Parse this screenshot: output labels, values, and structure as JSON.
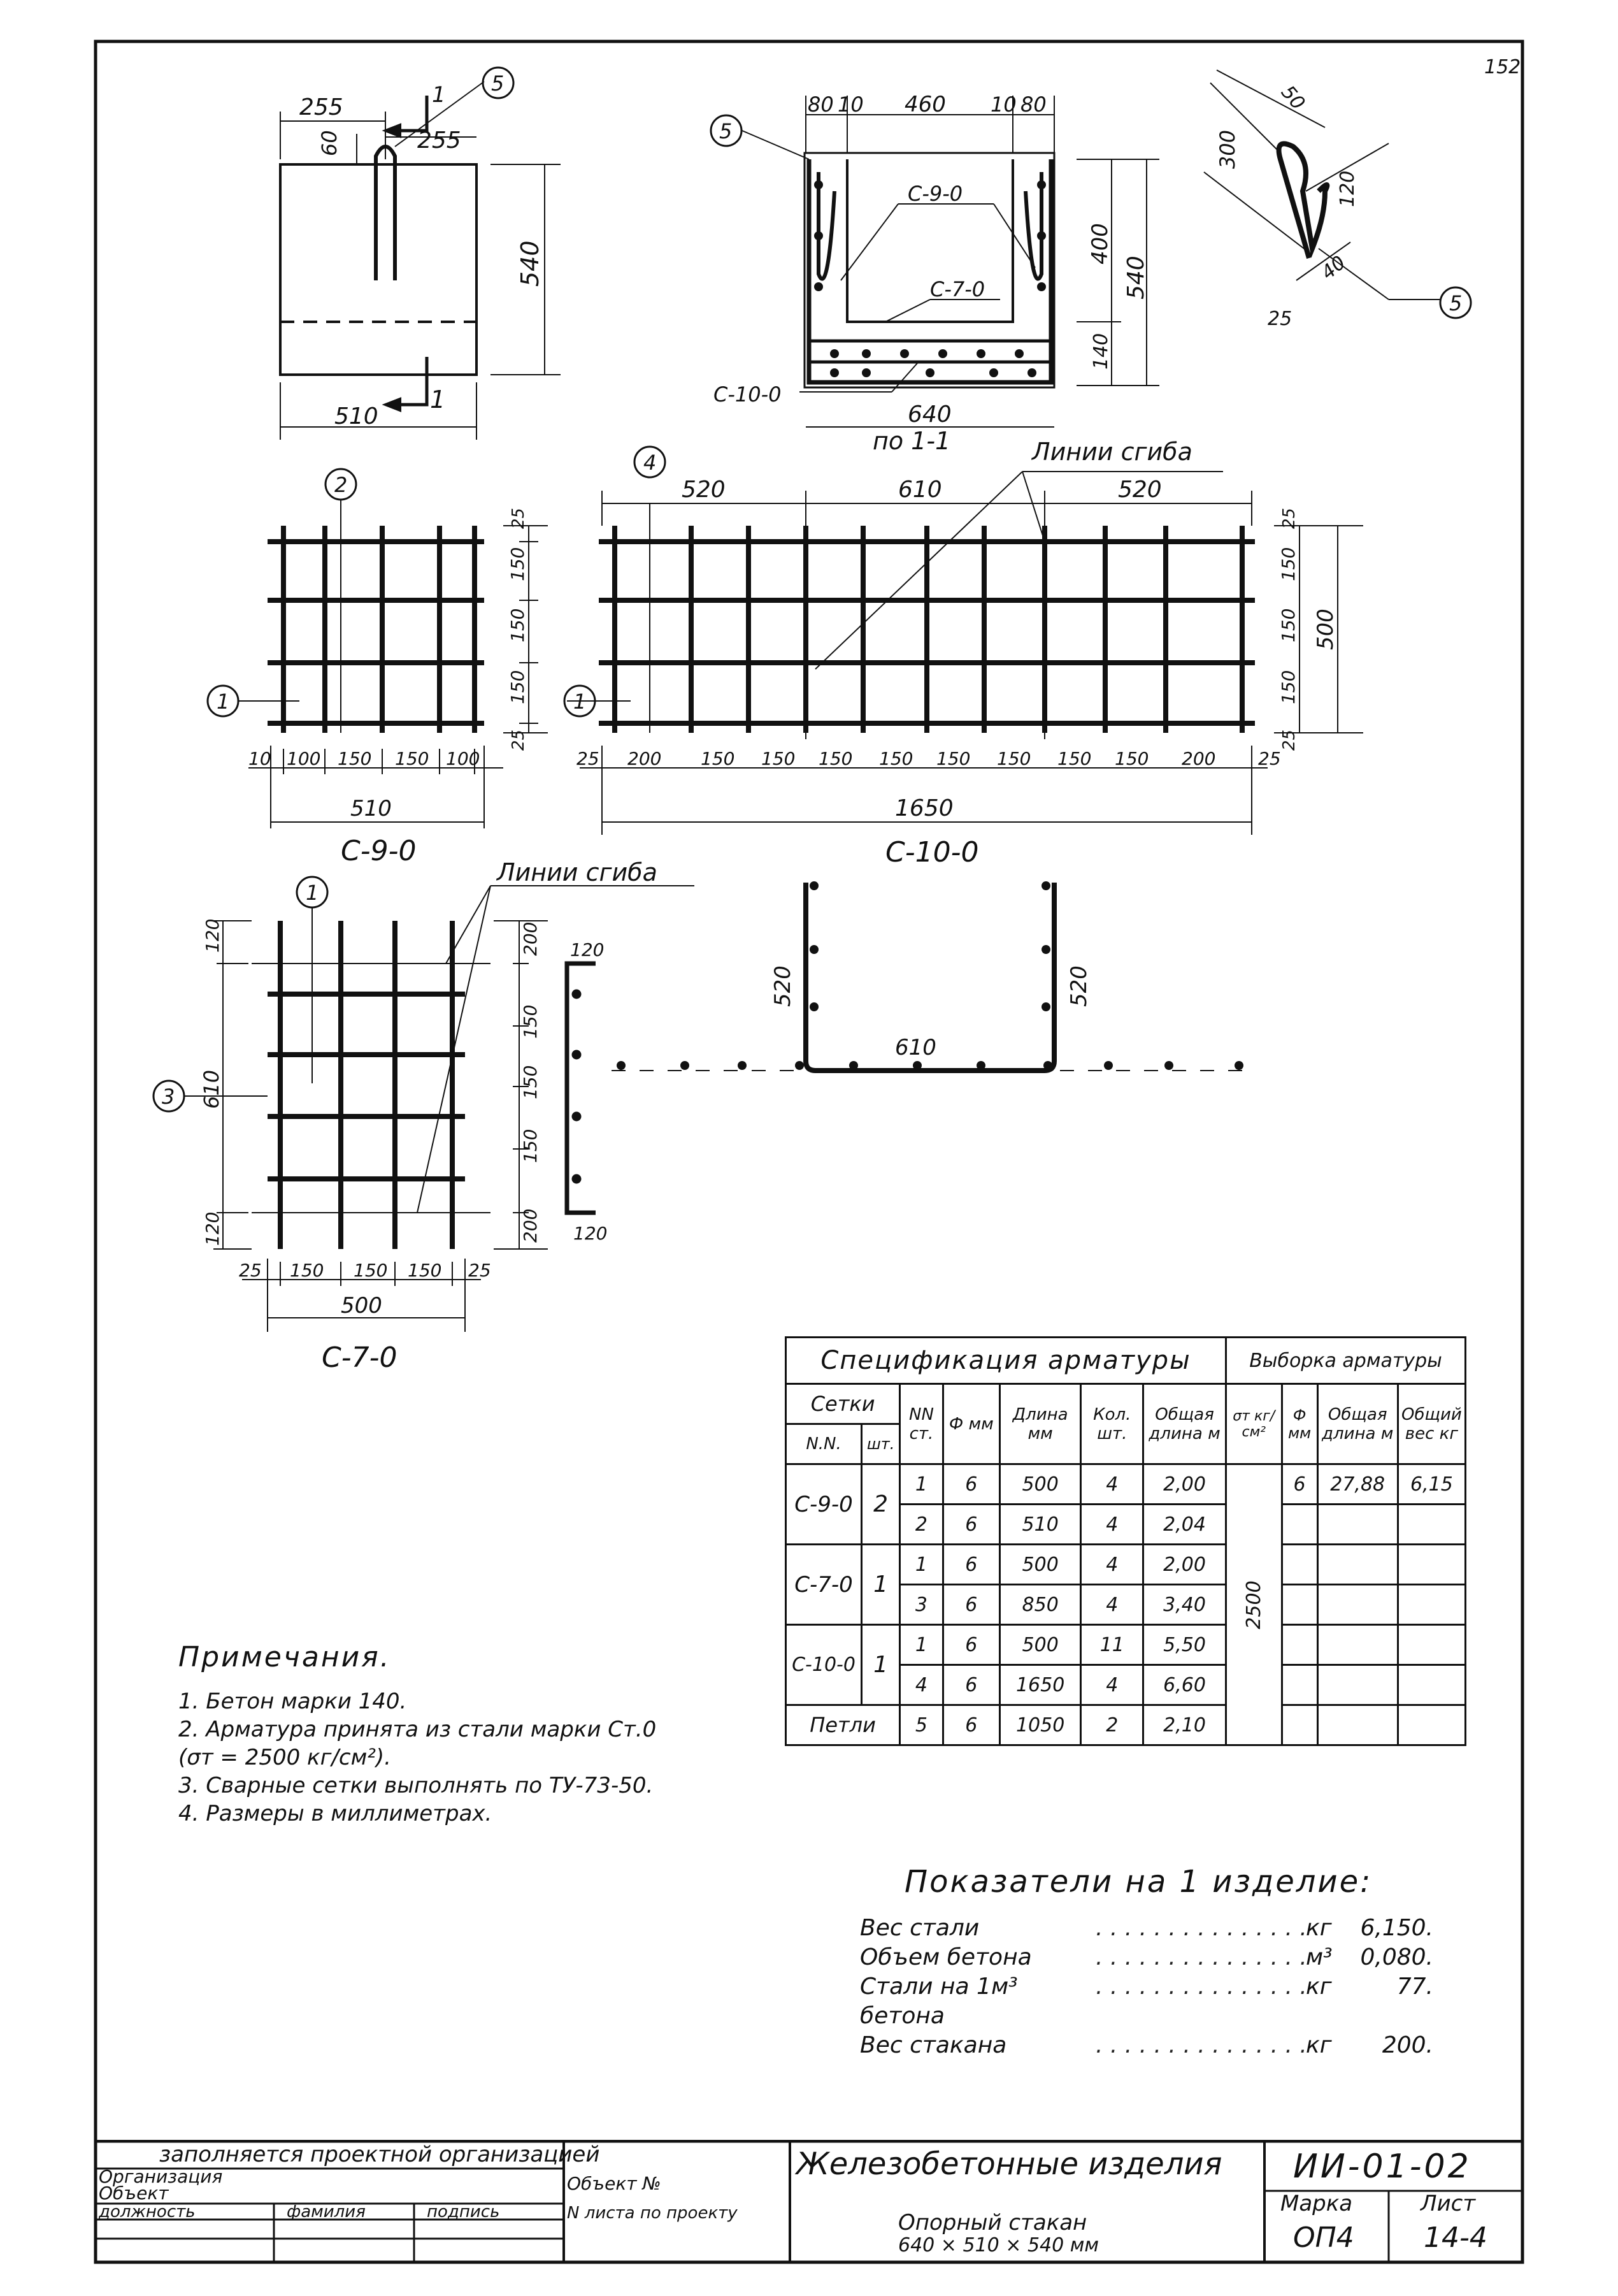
{
  "page_number": "152",
  "views": {
    "plan": {
      "d1": "255",
      "d2": "255",
      "d3": "60",
      "d4": "540",
      "d5": "510",
      "cut_top": "1",
      "cut_bottom": "1",
      "callout": "5"
    },
    "section": {
      "top_dims": [
        "80",
        "10",
        "460",
        "10",
        "80"
      ],
      "d400": "400",
      "d140": "140",
      "d540": "540",
      "d640": "640",
      "lbl_c9": "С-9-0",
      "lbl_c7": "С-7-0",
      "lbl_c10": "С-10-0",
      "caption": "по 1-1",
      "callout": "5"
    },
    "loop": {
      "d50": "50",
      "d300": "300",
      "d120": "120",
      "d25": "25",
      "d40": "40",
      "callout": "5"
    },
    "c9": {
      "name": "С-9-0",
      "callout_top": "2",
      "callout_left": "1",
      "bottom_dims": [
        "10",
        "100",
        "150",
        "150",
        "100"
      ],
      "total": "510",
      "side_dims": [
        "25",
        "150",
        "150",
        "150",
        "25"
      ]
    },
    "c10": {
      "name": "С-10-0",
      "callout_top": "4",
      "callout_left": "1",
      "fold_label": "Линии сгиба",
      "top_dims": [
        "520",
        "610",
        "520"
      ],
      "bottom_dims": [
        "25",
        "200",
        "150",
        "150",
        "150",
        "150",
        "150",
        "150",
        "150",
        "150",
        "200",
        "25"
      ],
      "total": "1650",
      "side_dims": [
        "25",
        "150",
        "150",
        "150",
        "25"
      ],
      "height": "500"
    },
    "c7": {
      "name": "С-7-0",
      "callout_top": "1",
      "callout_left": "3",
      "fold_label": "Линии сгиба",
      "left_dims": [
        "120",
        "610",
        "120"
      ],
      "right_dims": [
        "200",
        "150",
        "150",
        "150",
        "200"
      ],
      "bottom_dims": [
        "25",
        "150",
        "150",
        "150",
        "25"
      ],
      "total": "500",
      "side_ends": [
        "120",
        "120"
      ]
    },
    "bent": {
      "left": "520",
      "right": "520",
      "bottom": "610"
    }
  },
  "notes": {
    "title": "Примечания.",
    "items": [
      "1. Бетон марки 140.",
      "2. Арматура принята из стали марки Ст.0",
      "(σт = 2500 кг/см²).",
      "3. Сварные сетки выполнять по ТУ-73-50.",
      "4. Размеры в миллиметрах."
    ]
  },
  "spec": {
    "title": "Спецификация арматуры",
    "title2": "Выборка арматуры",
    "h_nets": "Сетки",
    "h_mark": "N.N.",
    "h_qty": "шт.",
    "h_nn": "NN ст.",
    "h_phi": "Ф мм",
    "h_len": "Длина мм",
    "h_cnt": "Кол. шт.",
    "h_total": "Общая длина м",
    "h_sigma": "σт кг/см²",
    "h_phi2": "Ф мм",
    "h_total2": "Общая длина м",
    "h_weight": "Общий вес кг",
    "sigma_val": "2500",
    "sel_phi": "6",
    "sel_len": "27,88",
    "sel_weight": "6,15",
    "rows": [
      {
        "net": "С-9-0",
        "qty": "2",
        "nn": "1",
        "phi": "6",
        "len": "500",
        "cnt": "4",
        "total": "2,00"
      },
      {
        "net": "",
        "qty": "",
        "nn": "2",
        "phi": "6",
        "len": "510",
        "cnt": "4",
        "total": "2,04"
      },
      {
        "net": "С-7-0",
        "qty": "1",
        "nn": "1",
        "phi": "6",
        "len": "500",
        "cnt": "4",
        "total": "2,00"
      },
      {
        "net": "",
        "qty": "",
        "nn": "3",
        "phi": "6",
        "len": "850",
        "cnt": "4",
        "total": "3,40"
      },
      {
        "net": "С-10-0",
        "qty": "1",
        "nn": "1",
        "phi": "6",
        "len": "500",
        "cnt": "11",
        "total": "5,50"
      },
      {
        "net": "",
        "qty": "",
        "nn": "4",
        "phi": "6",
        "len": "1650",
        "cnt": "4",
        "total": "6,60"
      },
      {
        "net": "Петли",
        "qty": "",
        "nn": "5",
        "phi": "6",
        "len": "1050",
        "cnt": "2",
        "total": "2,10"
      }
    ]
  },
  "indicators": {
    "title": "Показатели на 1 изделие:",
    "rows": [
      {
        "label": "Вес стали",
        "unit": "кг",
        "value": "6,150."
      },
      {
        "label": "Объем бетона",
        "unit": "м³",
        "value": "0,080."
      },
      {
        "label": "Стали на 1м³ бетона",
        "unit": "кг",
        "value": "77."
      },
      {
        "label": "Вес стакана",
        "unit": "кг",
        "value": "200."
      }
    ]
  },
  "title_block": {
    "fill_note": "заполняется проектной организацией",
    "org": "Организация",
    "obj": "Объект",
    "obj_no": "Объект №",
    "position": "должность",
    "surname": "фамилия",
    "signature": "подпись",
    "sheet_no": "N листа по проекту",
    "product_type": "Железобетонные изделия",
    "series": "ИИ-01-02",
    "product_name": "Опорный стакан",
    "product_size": "640 × 510 × 540 мм",
    "mark_label": "Марка",
    "sheet_label": "Лист",
    "mark": "ОП4",
    "sheet": "14-4"
  }
}
